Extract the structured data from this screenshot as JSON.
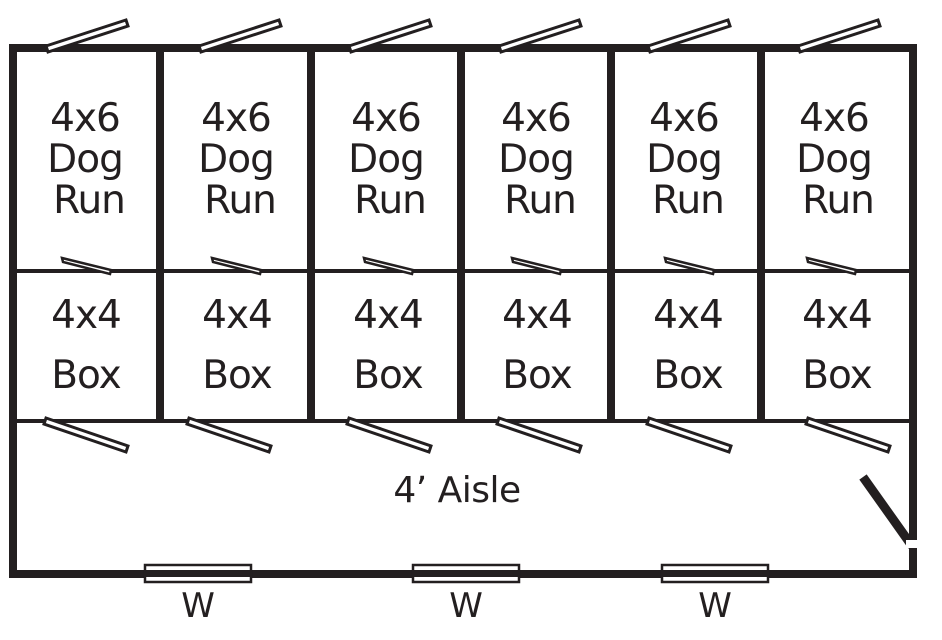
{
  "diagram": {
    "type": "floor-plan",
    "colors": {
      "line": "#231f20",
      "background": "#ffffff"
    },
    "runs": [
      {
        "size": "4x6",
        "line2": "Dog",
        "line3": "Run"
      },
      {
        "size": "4x6",
        "line2": "Dog",
        "line3": "Run"
      },
      {
        "size": "4x6",
        "line2": "Dog",
        "line3": "Run"
      },
      {
        "size": "4x6",
        "line2": "Dog",
        "line3": "Run"
      },
      {
        "size": "4x6",
        "line2": "Dog",
        "line3": "Run"
      },
      {
        "size": "4x6",
        "line2": "Dog",
        "line3": "Run"
      }
    ],
    "boxes": [
      {
        "size": "4x4",
        "label": "Box"
      },
      {
        "size": "4x4",
        "label": "Box"
      },
      {
        "size": "4x4",
        "label": "Box"
      },
      {
        "size": "4x4",
        "label": "Box"
      },
      {
        "size": "4x4",
        "label": "Box"
      },
      {
        "size": "4x4",
        "label": "Box"
      }
    ],
    "aisle": {
      "label": "4’ Aisle"
    },
    "windows": [
      {
        "label": "W"
      },
      {
        "label": "W"
      },
      {
        "label": "W"
      }
    ]
  }
}
